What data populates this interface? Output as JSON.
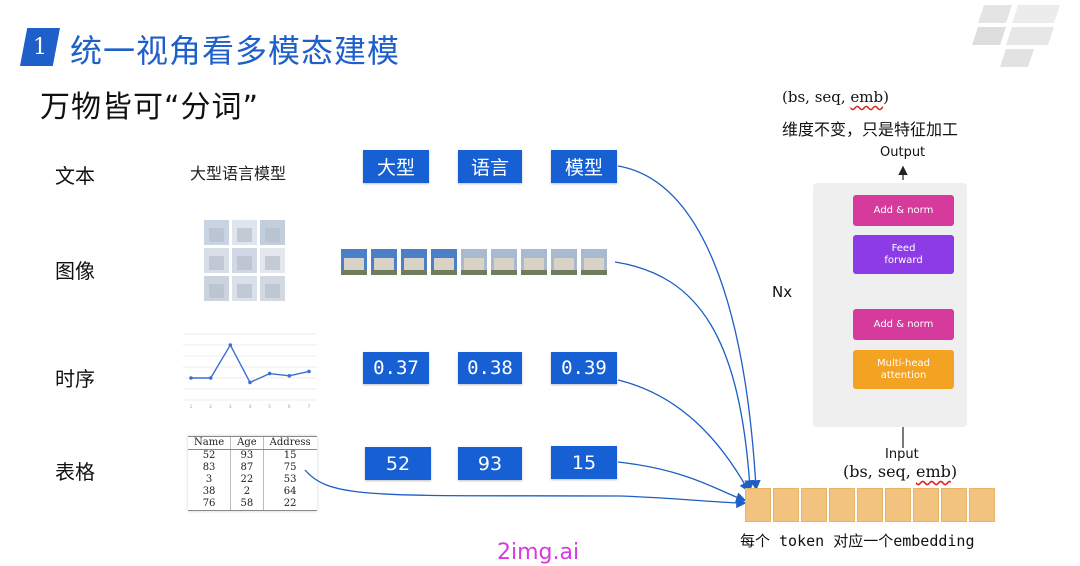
{
  "header": {
    "section_number": "1",
    "title": "统一视角看多模态建模",
    "subtitle": "万物皆可“分词”"
  },
  "rows": [
    {
      "label": "文本"
    },
    {
      "label": "图像"
    },
    {
      "label": "时序"
    },
    {
      "label": "表格"
    }
  ],
  "text_row": {
    "sample": "大型语言模型",
    "tokens": [
      "大型",
      "语言",
      "模型"
    ]
  },
  "time_series_row": {
    "tokens": [
      "0.37",
      "0.38",
      "0.39"
    ],
    "chart_values": [
      0.3,
      0.3,
      0.375,
      0.29,
      0.31,
      0.305,
      0.315
    ],
    "chart_ylim": [
      0.25,
      0.4
    ],
    "chart_xticks": [
      "1",
      "2",
      "3",
      "4",
      "5",
      "6",
      "7"
    ]
  },
  "table_row": {
    "tokens": [
      "52",
      "93",
      "15"
    ],
    "table": {
      "headers": [
        "Name",
        "Age",
        "Address"
      ],
      "rows": [
        [
          "52",
          "93",
          "15"
        ],
        [
          "83",
          "87",
          "75"
        ],
        [
          "3",
          "22",
          "53"
        ],
        [
          "38",
          "2",
          "64"
        ],
        [
          "76",
          "58",
          "22"
        ]
      ]
    }
  },
  "transformer": {
    "output_shape": {
      "prefix": "(bs, seq, ",
      "emb": "emb",
      "suffix": ")"
    },
    "note": "维度不变，只是特征加工",
    "output_label": "Output",
    "input_label": "Input",
    "input_shape": {
      "prefix": "(bs, seq, ",
      "emb": "emb",
      "suffix": ")"
    },
    "repeat_label": "Nx",
    "blocks": {
      "add_norm_top": "Add & norm",
      "feed_forward": "Feed forward",
      "add_norm_bottom": "Add & norm",
      "attention": "Multi-head attention"
    },
    "embedding_count": 9
  },
  "footer": "每个 token 对应一个embedding",
  "watermark": "2img.ai",
  "colors": {
    "accent": "#1f5fc9",
    "token": "#1760d4",
    "add_norm": "#d63a9c",
    "feed_forward": "#8c3be6",
    "attention": "#f4a221",
    "embedding": "#f2c27f",
    "watermark": "#d63ae0"
  }
}
